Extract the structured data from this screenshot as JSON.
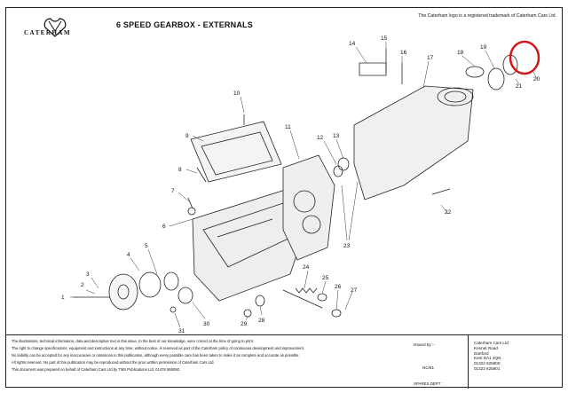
{
  "header": {
    "logo_text": "CATERHAM",
    "title": "6 SPEED GEARBOX - EXTERNALS",
    "trademark": "The Caterham logo is a registered trademark of Caterham Cars Ltd."
  },
  "callouts": [
    "1",
    "2",
    "3",
    "4",
    "5",
    "6",
    "7",
    "8",
    "9",
    "10",
    "11",
    "12",
    "13",
    "14",
    "15",
    "16",
    "17",
    "18",
    "19",
    "20",
    "21",
    "22",
    "23",
    "24",
    "25",
    "26",
    "27",
    "28",
    "29",
    "30",
    "31"
  ],
  "footer": {
    "disclaimer": [
      "The illustrations, technical information, data and descriptive text in this issue, to the best of our knowledge, were correct at the time of going to print.",
      "The right to change specifications, equipment and instructions at any time, without notice, is reserved as part of the Caterham policy of continuous development and improvement.",
      "No liability can be accepted for any inaccuracies or omissions in this publication, although every possible care has been taken to make it as complete and accurate as possible.",
      "All rights reserved. No part of this publication may be reproduced without the prior written permission of Caterham Cars Ltd.",
      "This document was prepared on behalf of Caterham Cars Ltd by TMS Publications Ltd, 01476 566090."
    ],
    "issued_by_label": "Issued by :-",
    "ncr": "NC/81",
    "address": [
      "Caterham Cars Ltd",
      "Kennet Road",
      "Dartford",
      "Kent DA1 4QN",
      "01322 625800",
      "01322 625801"
    ],
    "spares_label": "SPARES DEPT :"
  }
}
